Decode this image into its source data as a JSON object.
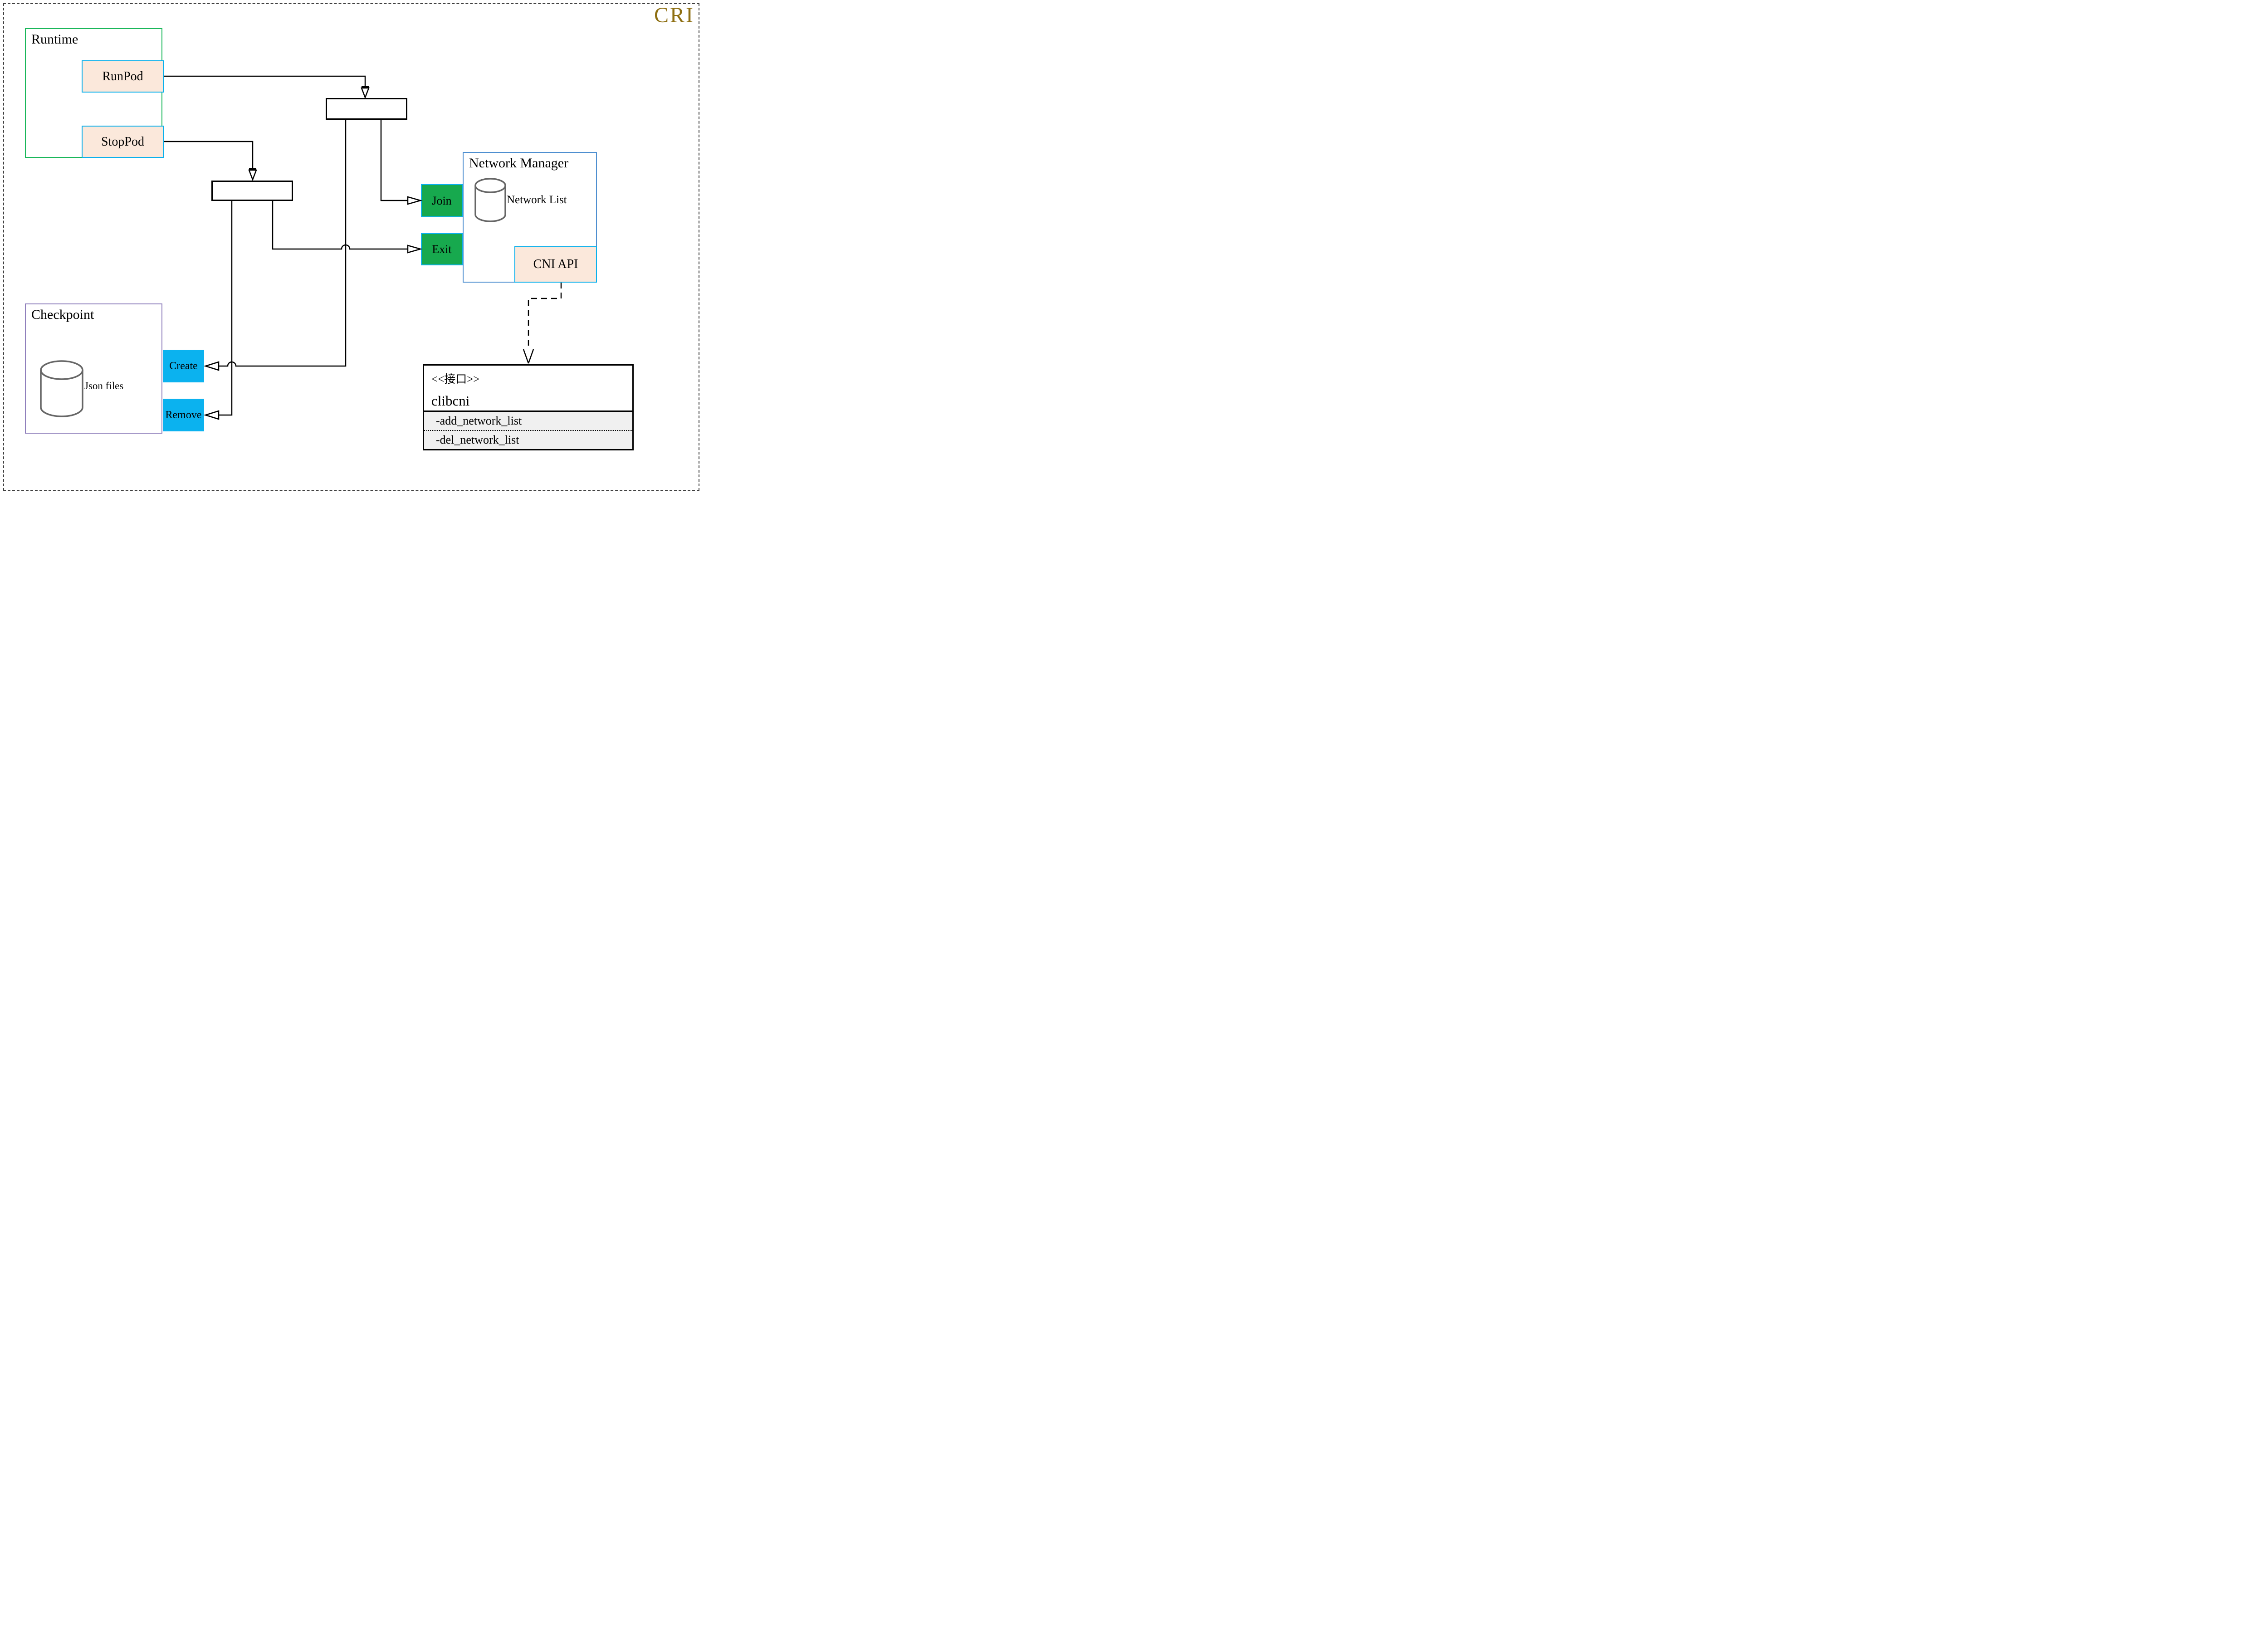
{
  "diagram_title": "CRI",
  "colors": {
    "title_gold": "#8E6F12",
    "runtime_border_green": "#1AB75A",
    "network_manager_border_blue": "#4E8FD0",
    "checkpoint_border_purple": "#9080BC",
    "peach_fill": "#FBE8DB",
    "cyan_border": "#0AB0EC",
    "action_green": "#17A94E",
    "action_blue": "#0BB2EF",
    "methods_section_grey": "#F0F0F0",
    "cylinder_grey": "#666666"
  },
  "runtime": {
    "title": "Runtime",
    "run_pod": "RunPod",
    "stop_pod": "StopPod"
  },
  "network_manager": {
    "title": "Network Manager",
    "datastore_label": "Network List",
    "join": "Join",
    "exit": "Exit",
    "cni_api": "CNI API"
  },
  "checkpoint": {
    "title": "Checkpoint",
    "datastore_label": "Json files",
    "create": "Create",
    "remove": "Remove"
  },
  "clibcni": {
    "stereotype": "<<接口>>",
    "name": "clibcni",
    "method_add": "-add_network_list",
    "method_del": "-del_network_list"
  }
}
